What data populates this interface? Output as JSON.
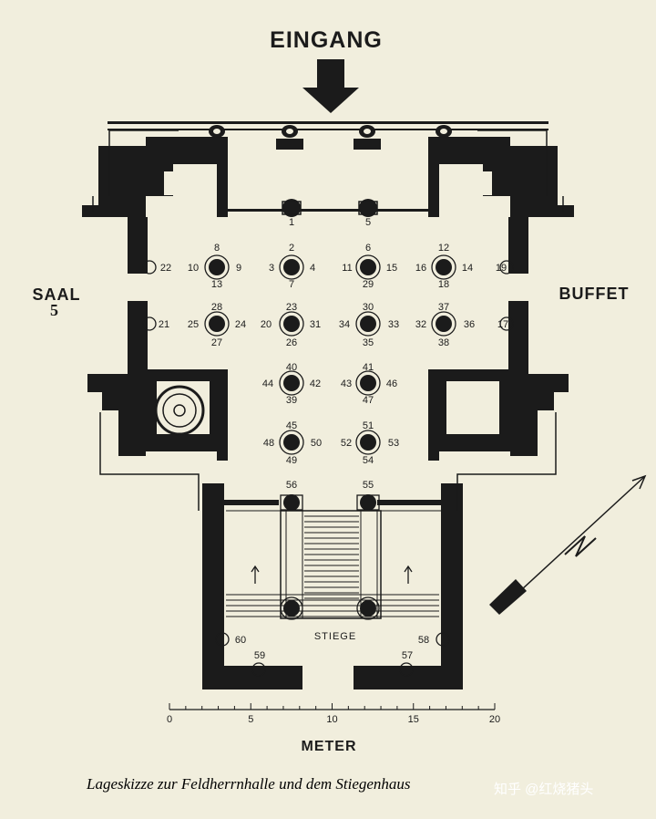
{
  "header": {
    "title": "EINGANG"
  },
  "side_labels": {
    "left": "SAAL",
    "left_number": "5",
    "right": "BUFFET"
  },
  "stairs": {
    "label": "STIEGE"
  },
  "scale": {
    "ticks": [
      "0",
      "5",
      "10",
      "15",
      "20"
    ],
    "unit": "METER"
  },
  "caption": "Lageskizze zur Feldherrnhalle und dem Stiegenhaus",
  "watermark": "知乎 @红烧猪头",
  "markers": [
    "1",
    "2",
    "3",
    "4",
    "5",
    "6",
    "7",
    "8",
    "9",
    "10",
    "11",
    "12",
    "13",
    "14",
    "15",
    "16",
    "17",
    "18",
    "19",
    "20",
    "21",
    "22",
    "23",
    "24",
    "25",
    "26",
    "27",
    "28",
    "29",
    "30",
    "31",
    "32",
    "33",
    "34",
    "35",
    "36",
    "37",
    "38",
    "39",
    "40",
    "41",
    "42",
    "43",
    "44",
    "45",
    "46",
    "47",
    "48",
    "49",
    "50",
    "51",
    "52",
    "53",
    "54",
    "55",
    "56",
    "57",
    "58",
    "59",
    "60"
  ],
  "colors": {
    "paper": "#f1eedd",
    "ink": "#1b1b1b"
  }
}
